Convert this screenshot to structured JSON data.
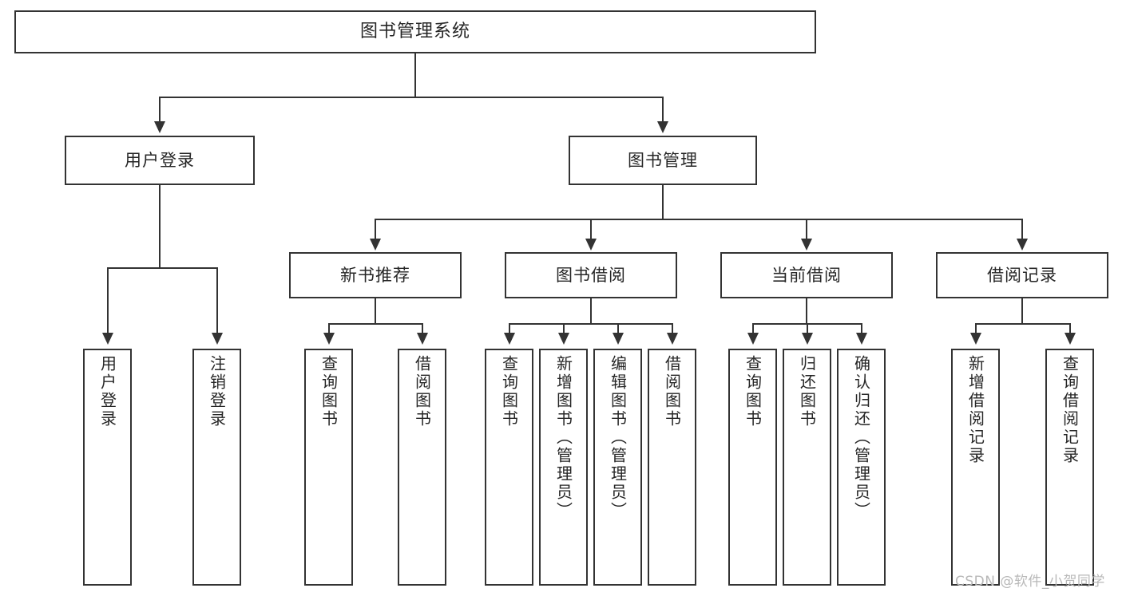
{
  "diagram": {
    "title": "图书管理系统",
    "type": "tree-hierarchy-chart",
    "watermark": "CSDN @软件_小贺同学"
  },
  "root": {
    "label": "图书管理系统"
  },
  "level2": [
    {
      "label": "用户登录"
    },
    {
      "label": "图书管理"
    }
  ],
  "level3": [
    {
      "label": "新书推荐"
    },
    {
      "label": "图书借阅"
    },
    {
      "label": "当前借阅"
    },
    {
      "label": "借阅记录"
    }
  ],
  "leaves": {
    "user_login": [
      {
        "label": "用户登录"
      },
      {
        "label": "注销登录"
      }
    ],
    "new_book": [
      {
        "label": "查询图书"
      },
      {
        "label": "借阅图书"
      }
    ],
    "borrow_book": [
      {
        "label": "查询图书"
      },
      {
        "label": "新增图书（管理员）"
      },
      {
        "label": "编辑图书（管理员）"
      },
      {
        "label": "借阅图书"
      }
    ],
    "current_borrow": [
      {
        "label": "查询图书"
      },
      {
        "label": "归还图书"
      },
      {
        "label": "确认归还（管理员）"
      }
    ],
    "borrow_record": [
      {
        "label": "新增借阅记录"
      },
      {
        "label": "查询借阅记录"
      }
    ]
  },
  "colors": {
    "stroke": "#333333",
    "fill": "#ffffff",
    "text": "#262626",
    "watermark": "#b8b8b8"
  }
}
